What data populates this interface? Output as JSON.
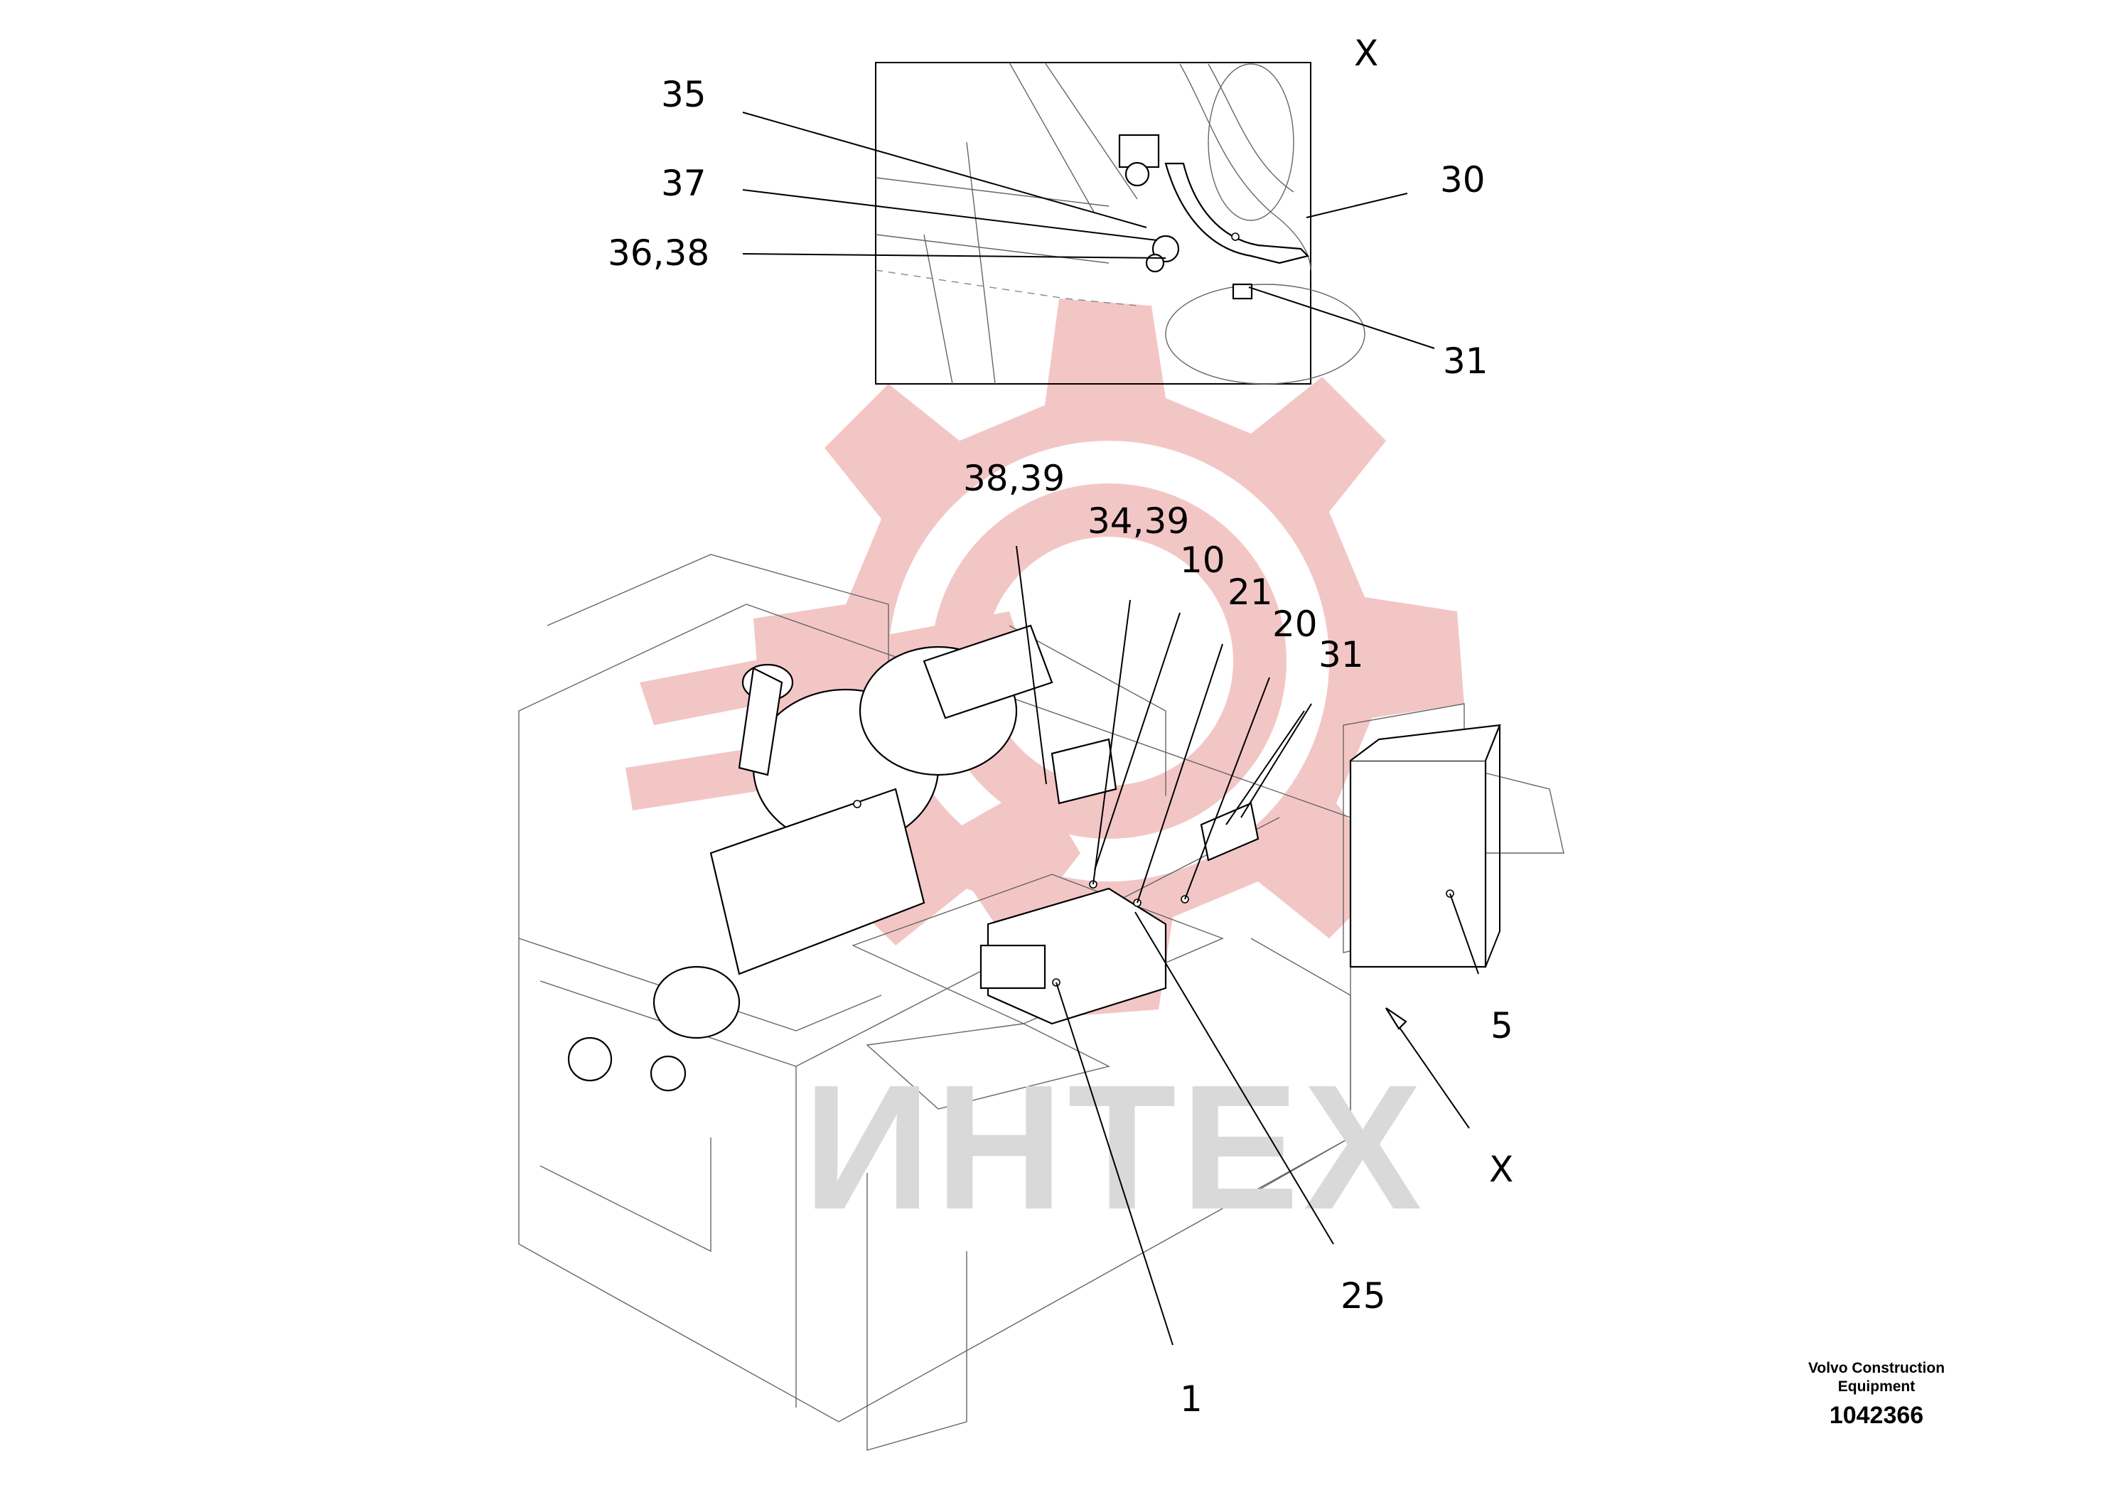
{
  "detail_view": {
    "label": "X"
  },
  "view_arrow": {
    "label": "X"
  },
  "callouts": [
    {
      "id": "c35",
      "text": "35"
    },
    {
      "id": "c37",
      "text": "37"
    },
    {
      "id": "c3638",
      "text": "36,38"
    },
    {
      "id": "c30",
      "text": "30"
    },
    {
      "id": "c31-detail",
      "text": "31"
    },
    {
      "id": "c3839",
      "text": "38,39"
    },
    {
      "id": "c3439",
      "text": "34,39"
    },
    {
      "id": "c10",
      "text": "10"
    },
    {
      "id": "c21",
      "text": "21"
    },
    {
      "id": "c20",
      "text": "20"
    },
    {
      "id": "c31",
      "text": "31"
    },
    {
      "id": "c5",
      "text": "5"
    },
    {
      "id": "c25",
      "text": "25"
    },
    {
      "id": "c1",
      "text": "1"
    }
  ],
  "watermark": {
    "text": "ИНТЕХ",
    "color": "#f3c6c6"
  },
  "footer": {
    "brand": "Volvo Construction Equipment",
    "doc_number": "1042366"
  }
}
